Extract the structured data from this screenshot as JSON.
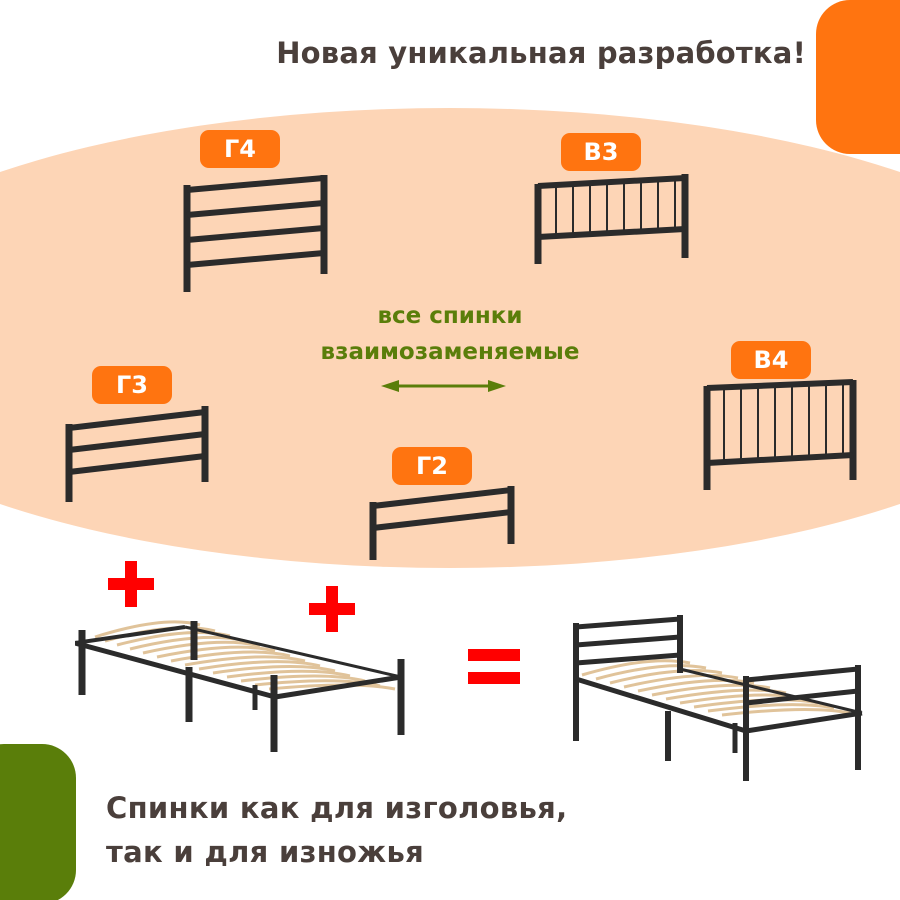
{
  "header": {
    "title": "Новая уникальная разработка!"
  },
  "center": {
    "line1": "все спинки",
    "line2": "взаимозаменяемые",
    "arrow_icon": "double-arrow-icon"
  },
  "headboards": [
    {
      "code": "Г4",
      "type": "horizontal",
      "bars": 4
    },
    {
      "code": "В3",
      "type": "vertical",
      "bars": 8
    },
    {
      "code": "Г3",
      "type": "horizontal",
      "bars": 3
    },
    {
      "code": "Г2",
      "type": "horizontal",
      "bars": 2
    },
    {
      "code": "В4",
      "type": "vertical",
      "bars": 8
    }
  ],
  "equation": {
    "plus_icon": "plus-icon",
    "equals_icon": "equals-icon",
    "base": "bed-frame-with-slats",
    "result": "bed-with-headboard-and-footboard"
  },
  "footer": {
    "line1": "Спинки как для изголовья,",
    "line2": "так и для изножья"
  },
  "colors": {
    "accent_orange": "#ff7410",
    "accent_green": "#5a7e0a",
    "peach_background": "#fdd5b6",
    "text_dark": "#4a3f3b",
    "symbol_red": "#ff0000",
    "metal": "#2b2b2b",
    "slat": "#e0c39a"
  }
}
